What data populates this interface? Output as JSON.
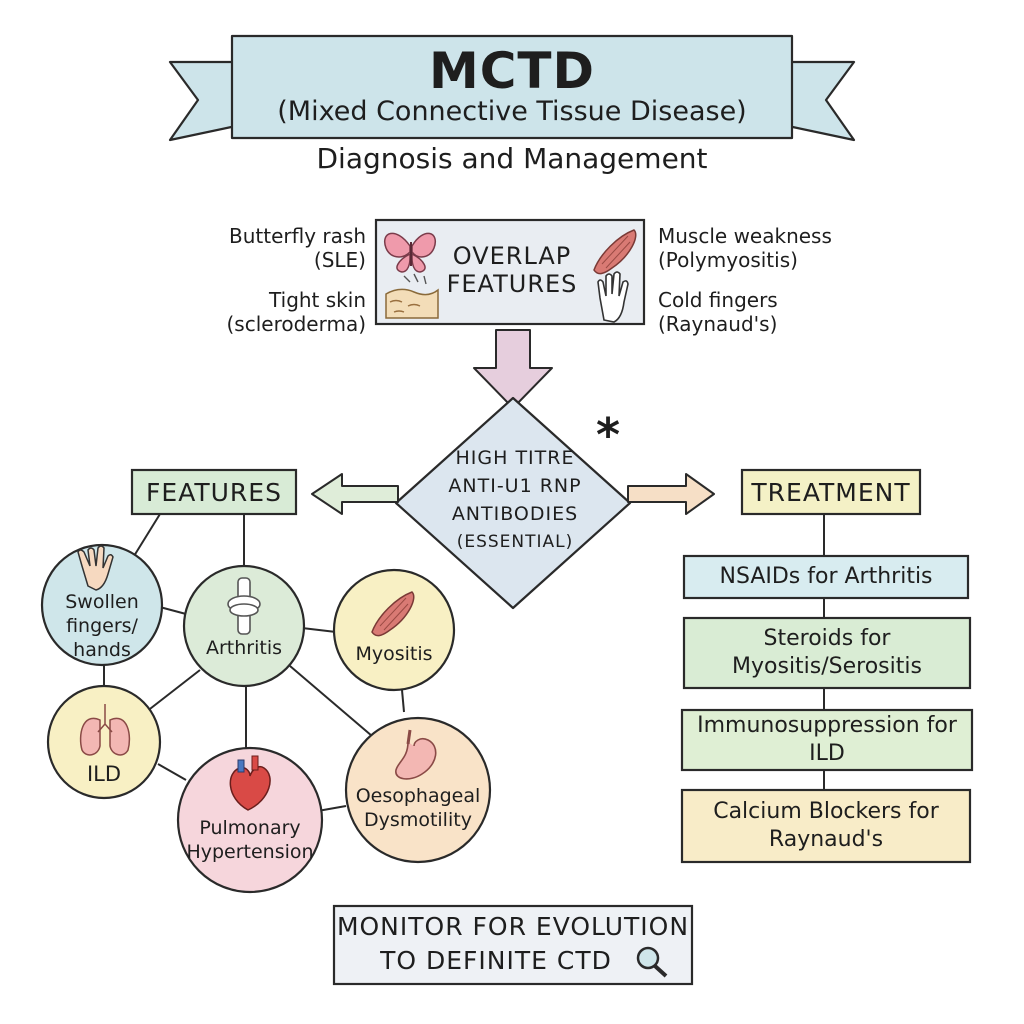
{
  "banner": {
    "title": "MCTD",
    "subtitle": "(Mixed Connective Tissue Disease)",
    "heading": "Diagnosis and Management"
  },
  "overlap": {
    "box_line1": "OVERLAP",
    "box_line2": "FEATURES",
    "left": [
      {
        "line1": "Butterfly rash",
        "line2": "(SLE)"
      },
      {
        "line1": "Tight skin",
        "line2": "(scleroderma)"
      }
    ],
    "right": [
      {
        "line1": "Muscle weakness",
        "line2": "(Polymyositis)"
      },
      {
        "line1": "Cold fingers",
        "line2": "(Raynaud's)"
      }
    ],
    "icons": [
      "butterfly-icon",
      "skin-icon",
      "muscle-icon",
      "hand-icon"
    ]
  },
  "core": {
    "line1": "HIGH TITRE",
    "line2": "ANTI-U1 RNP",
    "line3": "ANTIBODIES",
    "line4": "(ESSENTIAL)",
    "mark": "*"
  },
  "features": {
    "header": "FEATURES",
    "nodes": [
      {
        "label": "Swollen\nfingers/\nhands",
        "icon": "hand-icon",
        "color": "#cfe6ea"
      },
      {
        "label": "Arthritis",
        "icon": "joint-icon",
        "color": "#dcebd8"
      },
      {
        "label": "Myositis",
        "icon": "muscle-icon",
        "color": "#f8f0c4"
      },
      {
        "label": "ILD",
        "icon": "lungs-icon",
        "color": "#f8f0c4"
      },
      {
        "label": "Pulmonary\nHypertension",
        "icon": "heart-icon",
        "color": "#f6d6dc"
      },
      {
        "label": "Oesophageal\nDysmotility",
        "icon": "stomach-icon",
        "color": "#f9e3c8"
      }
    ]
  },
  "treatment": {
    "header": "TREATMENT",
    "items": [
      {
        "label": "NSAIDs for Arthritis",
        "color": "#d8ecf0"
      },
      {
        "label": "Steroids for\nMyositis/Serositis",
        "color": "#d9ecd4"
      },
      {
        "label": "Immunosuppression for\nILD",
        "color": "#dfefd4"
      },
      {
        "label": "Calcium Blockers for\nRaynaud's",
        "color": "#f8ecc8"
      }
    ]
  },
  "monitor": {
    "line1": "MONITOR FOR EVOLUTION",
    "line2": "TO DEFINITE CTD",
    "icon": "magnifier-icon"
  },
  "colors": {
    "banner": "#cde4ea",
    "arrow_down": "#e6cedd",
    "diamond": "#dce6ef",
    "features_header": "#d8ebd6",
    "treatment_header": "#f4f1c6",
    "outline": "#2a2a2a"
  }
}
